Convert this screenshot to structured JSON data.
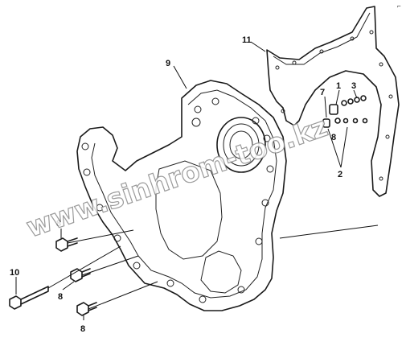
{
  "callouts": {
    "c1": "1",
    "c2": "2",
    "c3": "3",
    "c7": "7",
    "c8_top": "8",
    "c8_mid": "8",
    "c8_bot": "8",
    "c8_right": "8",
    "c9": "9",
    "c10": "10",
    "c11": "11"
  },
  "watermark": "www.sinhrom-too.kz",
  "corner_mark": "⌐"
}
